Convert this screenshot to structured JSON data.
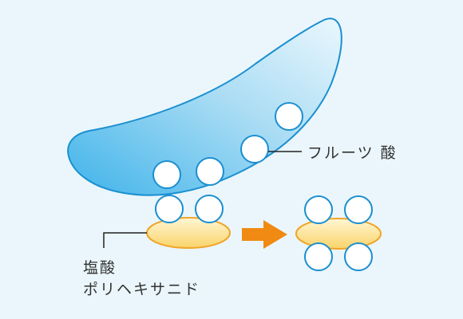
{
  "labels": {
    "fruit_acid": "フルーツ 酸",
    "hcl_line1": "塩酸",
    "hcl_line2": "ポリヘキサニド"
  },
  "colors": {
    "background": "#eaf6fb",
    "blade_dark": "#3fb3ea",
    "blade_light": "#eaf7fd",
    "blade_stroke": "#1a8fd0",
    "bubble_fill": "#ffffff",
    "bubble_stroke": "#1a8fd0",
    "ellipse_fill_light": "#fff6d3",
    "ellipse_fill_dark": "#fad46a",
    "ellipse_stroke": "#f0a52a",
    "arrow": "#f08a12",
    "leader_line": "#222222",
    "text": "#333333"
  }
}
